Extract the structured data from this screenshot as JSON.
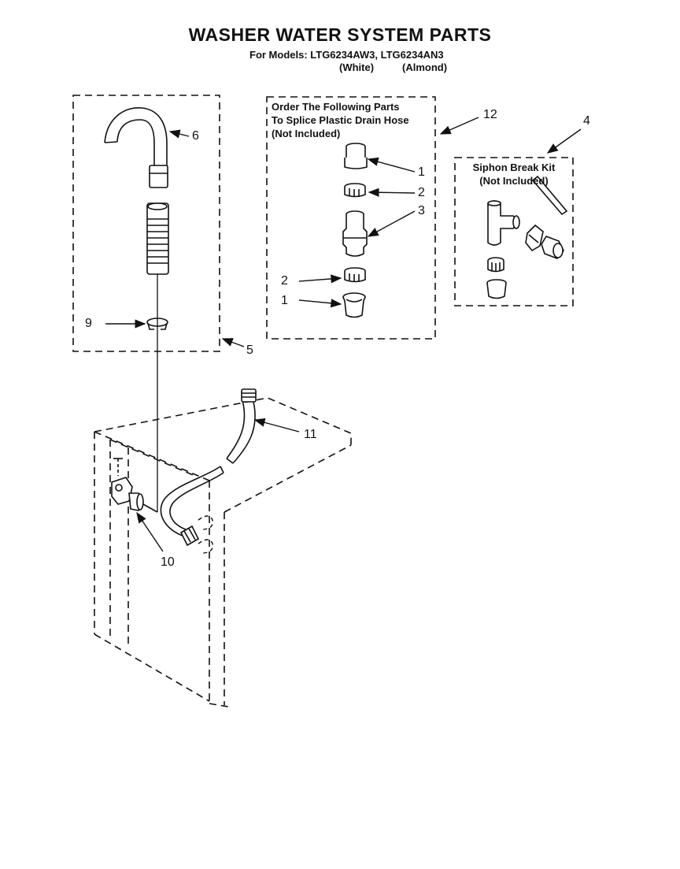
{
  "header": {
    "title": "WASHER WATER SYSTEM PARTS",
    "models_line": "For Models: LTG6234AW3, LTG6234AN3",
    "variant_white": "(White)",
    "variant_almond": "(Almond)"
  },
  "splice_kit": {
    "line1": "Order The Following Parts",
    "line2": "To Splice Plastic Drain Hose",
    "line3": "(Not Included)"
  },
  "siphon_kit": {
    "line1": "Siphon Break Kit",
    "line2": "(Not Included)"
  },
  "callouts": {
    "c6": "6",
    "c9": "9",
    "c5": "5",
    "c12": "12",
    "c4": "4",
    "c1a": "1",
    "c2a": "2",
    "c3": "3",
    "c2b": "2",
    "c1b": "1",
    "c11": "11",
    "c10": "10"
  }
}
